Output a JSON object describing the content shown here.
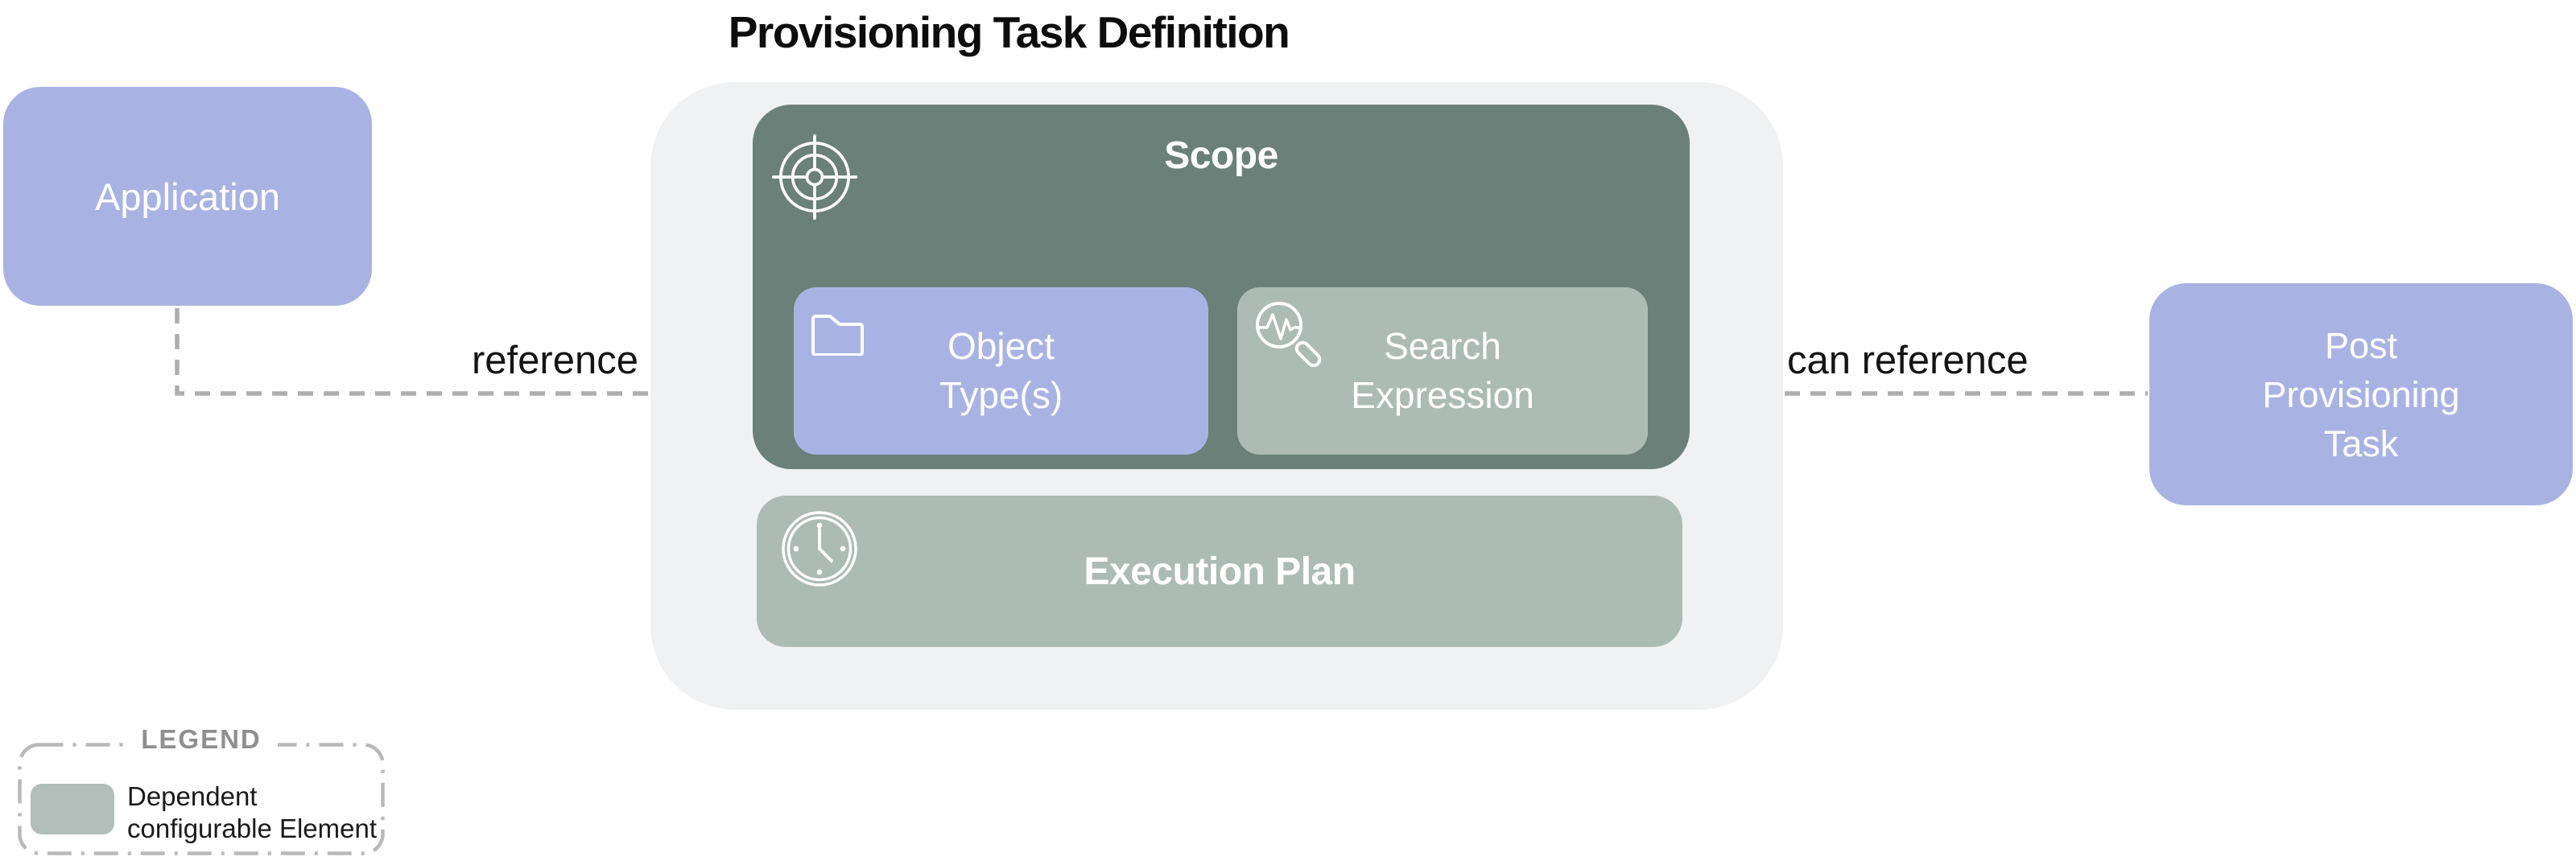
{
  "title": "Provisioning Task Definition",
  "nodes": {
    "application": {
      "label": "Application"
    },
    "scope": {
      "label": "Scope"
    },
    "object_types": {
      "label": "Object Type(s)"
    },
    "search_expression": {
      "label": "Search Expression"
    },
    "execution_plan": {
      "label": "Execution Plan"
    },
    "post_provisioning_task": {
      "label": "Post Provisioning Task"
    }
  },
  "edges": {
    "reference": {
      "label": "reference"
    },
    "can_reference": {
      "label": "can reference"
    }
  },
  "legend": {
    "title": "LEGEND",
    "items": [
      {
        "label": "Dependent configurable Element",
        "swatch_color": "#B2BEB9"
      }
    ]
  },
  "colors": {
    "primary_lavender": "#A9B3E3",
    "scope_dark": "#6A8078",
    "dependent_sage": "#ADBBB5",
    "container_background": "#EFF1F2",
    "connector_gray": "#AEAEAE"
  },
  "icons": {
    "scope": "target-icon",
    "object_types": "folder-icon",
    "search_expression": "search-pulse-icon",
    "execution_plan": "clock-icon"
  }
}
